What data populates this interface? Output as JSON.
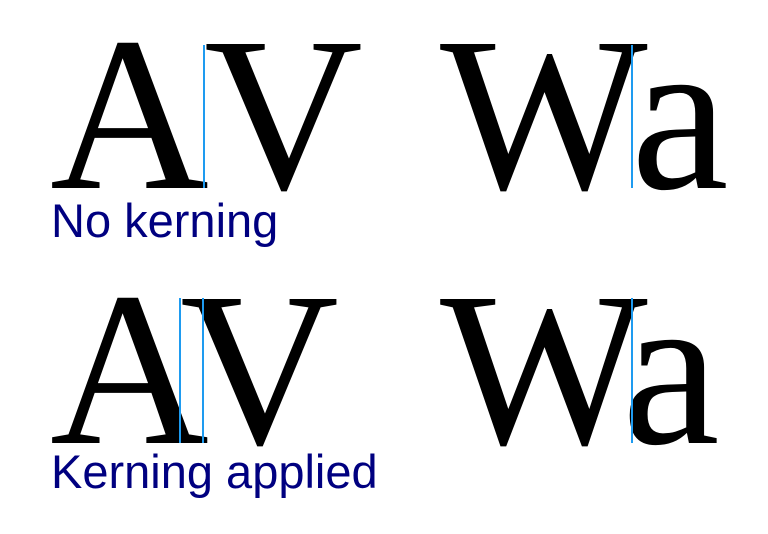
{
  "rows": [
    {
      "label": "No kerning",
      "pair1": [
        "A",
        "V"
      ],
      "pair2": [
        "W",
        "a"
      ]
    },
    {
      "label": "Kerning applied",
      "pair1": [
        "A",
        "V"
      ],
      "pair2": [
        "W",
        "a"
      ]
    }
  ],
  "colors": {
    "label": "#000080",
    "guide": "#1e9bf0",
    "glyph": "#000000"
  }
}
